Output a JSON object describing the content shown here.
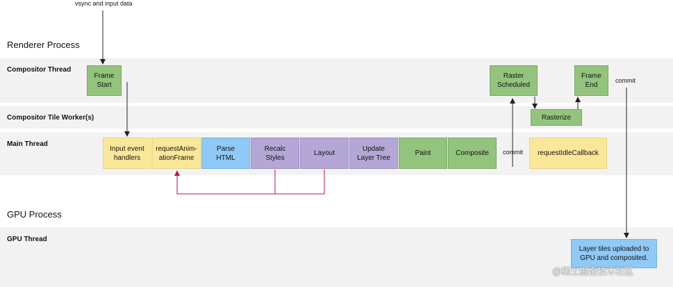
{
  "annotations": {
    "vsync": "vsync and input data",
    "commit_1": "commit",
    "commit_2": "commit"
  },
  "sections": {
    "renderer": "Renderer Process",
    "gpu": "GPU Process"
  },
  "lanes": {
    "compositor": "Compositor Thread",
    "tile_worker": "Compositor Tile Worker(s)",
    "main": "Main Thread",
    "gpu_thread": "GPU Thread"
  },
  "boxes": {
    "frame_start": "Frame\nStart",
    "raster_scheduled": "Raster\nScheduled",
    "frame_end": "Frame\nEnd",
    "rasterize": "Rasterize",
    "input_handlers": "Input event\nhandlers",
    "raf": "requestAnim-\nationFrame",
    "parse_html": "Parse\nHTML",
    "recalc_styles": "Recalc\nStyles",
    "layout": "Layout",
    "update_layer_tree": "Update\nLayer Tree",
    "paint": "Paint",
    "composite": "Composite",
    "ric": "requestIdleCallback",
    "gpu_upload": "Layer tiles uploaded to\nGPU and composited."
  },
  "watermark": "@稀土掘金技术社区",
  "colors": {
    "green": "#93c47d",
    "yellow": "#fbe79a",
    "blue": "#8fc9f5",
    "purple": "#b4a7d6",
    "lane_bg": "#f2f2f2",
    "arrow": "#222222",
    "feedback_arrow": "#c0143c"
  }
}
